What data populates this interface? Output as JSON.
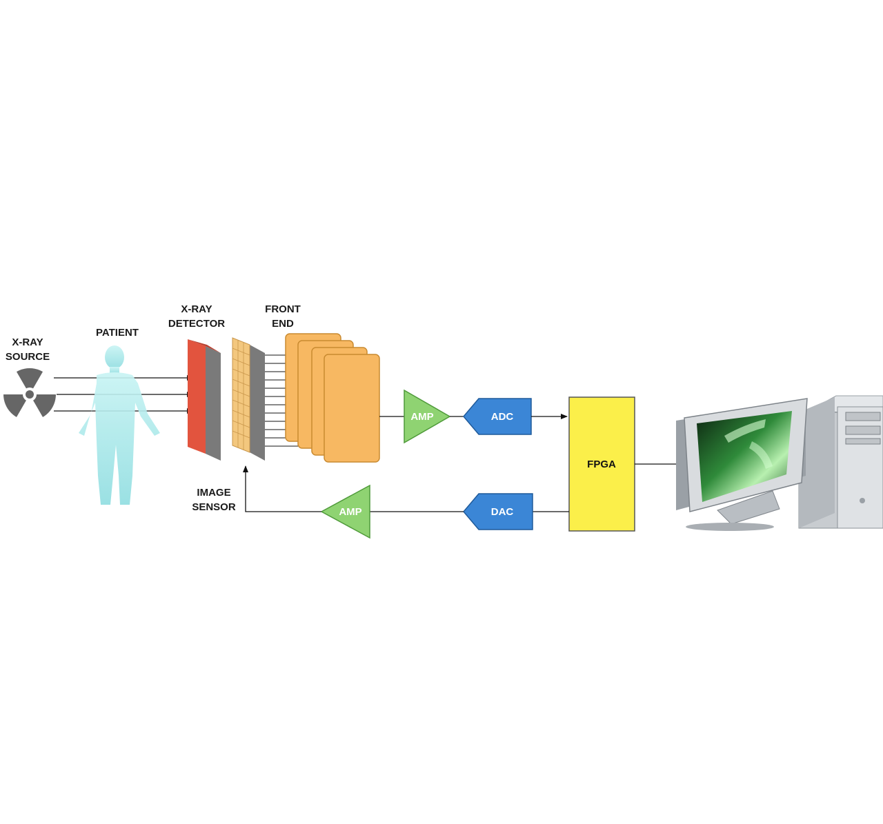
{
  "labels": {
    "xray_source": [
      "X-RAY",
      "SOURCE"
    ],
    "patient": "PATIENT",
    "xray_detector": [
      "X-RAY",
      "DETECTOR"
    ],
    "front_end": [
      "FRONT",
      "END"
    ],
    "image_sensor": [
      "IMAGE",
      "SENSOR"
    ]
  },
  "blocks": {
    "amp_top": "AMP",
    "adc": "ADC",
    "fpga": "FPGA",
    "dac": "DAC",
    "amp_bottom": "AMP"
  },
  "icons": {
    "source": "radiation-icon",
    "patient": "human-figure-icon",
    "monitor": "monitor-icon",
    "computer": "computer-tower-icon"
  },
  "colors": {
    "detector": "#e2543e",
    "sensor": "#f3c77e",
    "front_end": "#f7b862",
    "amp": "#8fd372",
    "converter": "#3b86d6",
    "fpga": "#fbef4a",
    "patient": "#9fe6e8"
  }
}
